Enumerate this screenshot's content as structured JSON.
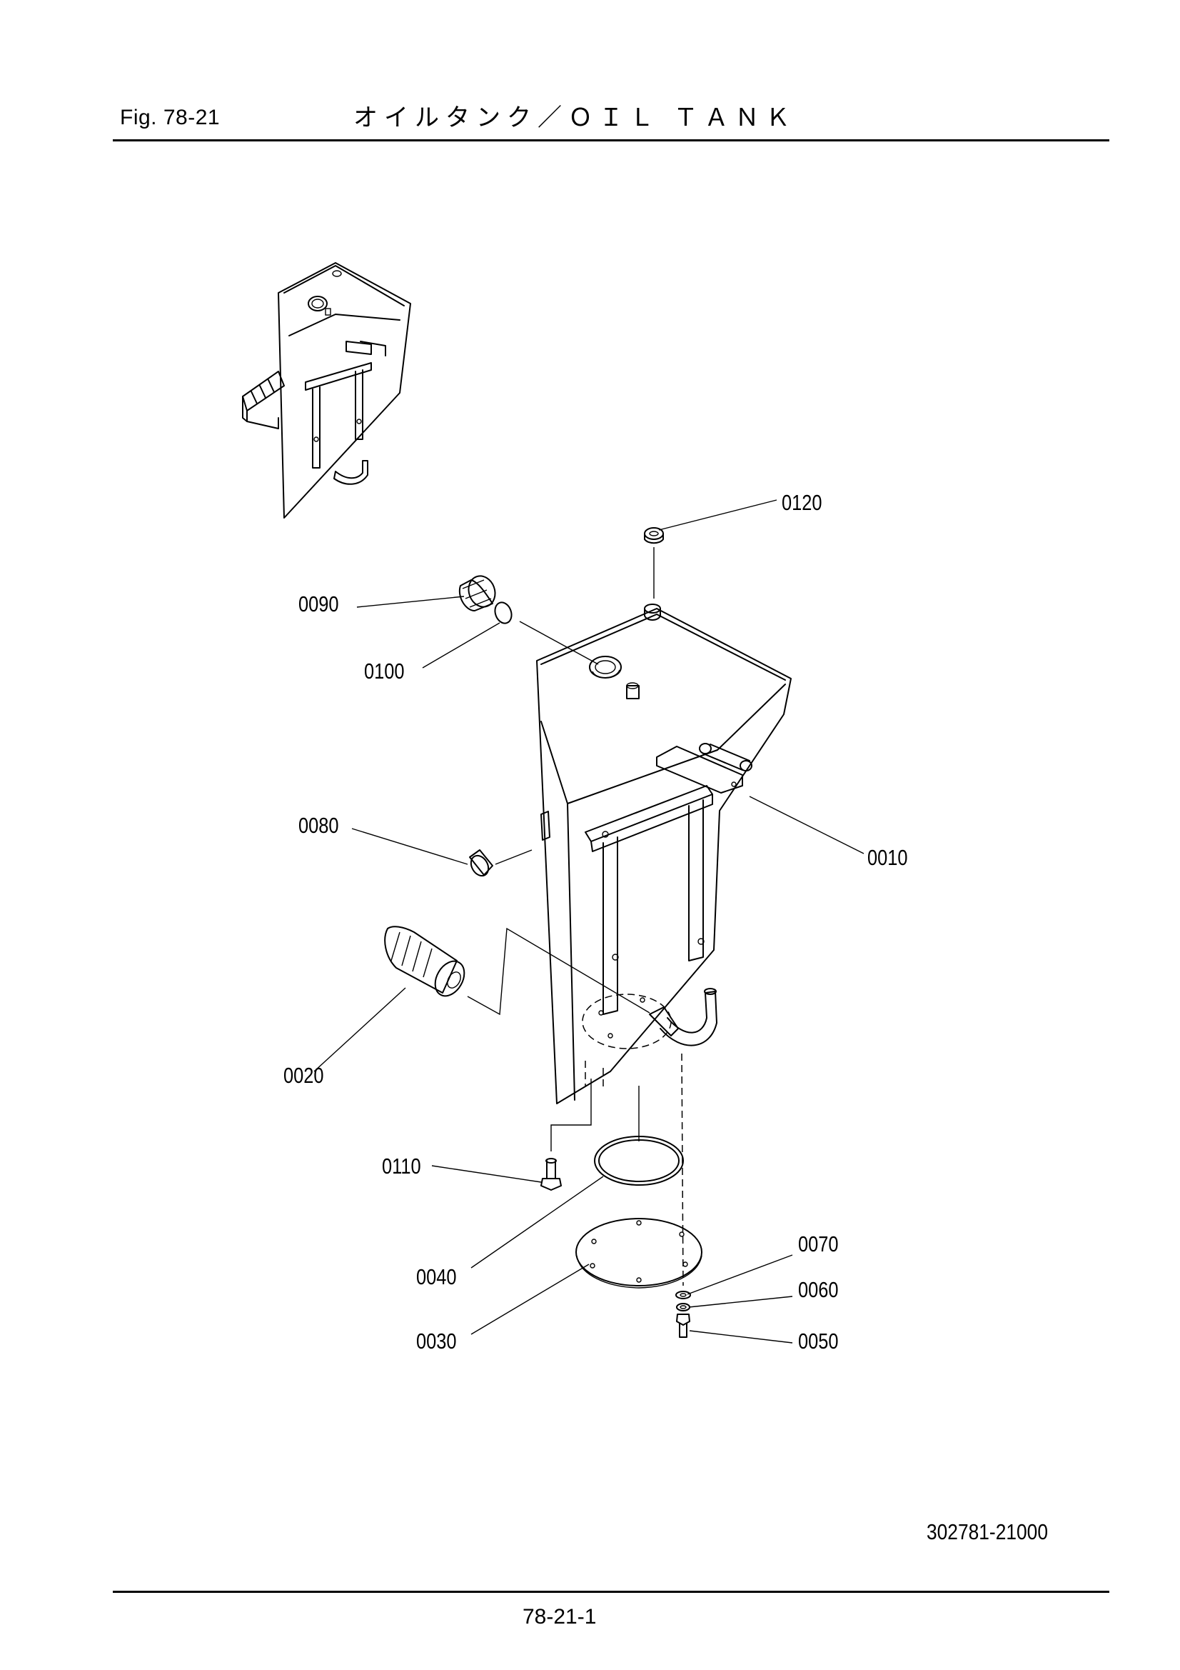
{
  "header": {
    "figure_number": "Fig.  78-21",
    "title": "オイルタンク／ＯＩＬ ＴＡＮＫ"
  },
  "callouts": {
    "c0120": "0120",
    "c0090": "0090",
    "c0100": "0100",
    "c0080": "0080",
    "c0010": "0010",
    "c0020": "0020",
    "c0110": "0110",
    "c0070": "0070",
    "c0040": "0040",
    "c0060": "0060",
    "c0030": "0030",
    "c0050": "0050"
  },
  "footer": {
    "document_number": "302781-21000",
    "page_number": "78-21-1"
  }
}
